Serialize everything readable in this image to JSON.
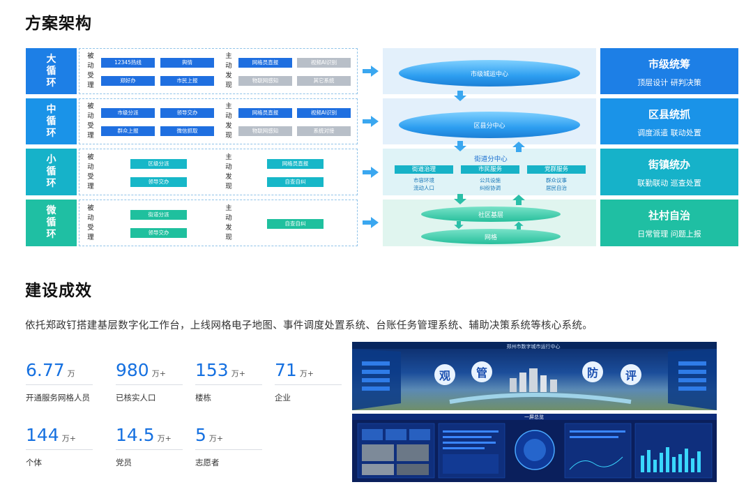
{
  "section1": {
    "title": "方案架构"
  },
  "section2": {
    "title": "建设成效"
  },
  "loops": [
    {
      "label": "大循环",
      "passive_label": "被动受理",
      "active_label": "主动发现",
      "passive": [
        "12345热线",
        "舆情",
        "郑好办",
        "市民上报"
      ],
      "active": [
        "网格员直报",
        "视频AI识别",
        "物联网感知",
        "其它系统"
      ]
    },
    {
      "label": "中循环",
      "passive_label": "被动受理",
      "active_label": "主动发现",
      "passive": [
        "市级分派",
        "领导交办",
        "群众上报",
        "微信抓取"
      ],
      "active": [
        "网格员直报",
        "视频AI识别",
        "物联网感知",
        "系统对接"
      ]
    },
    {
      "label": "小循环",
      "passive_label": "被动受理",
      "active_label": "主动发现",
      "passive": [
        "区级分派",
        "领导交办"
      ],
      "active": [
        "网格员直报",
        "自查自纠"
      ]
    },
    {
      "label": "微循环",
      "passive_label": "被动受理",
      "active_label": "主动发现",
      "passive": [
        "街道分派",
        "领导交办"
      ],
      "active": [
        "自查自纠"
      ]
    }
  ],
  "center": {
    "city": "市级城运中心",
    "district": "区县分中心",
    "street": "街道分中心",
    "street_columns": [
      {
        "title": "街道治理",
        "items": [
          "市容环境",
          "流动人口"
        ]
      },
      {
        "title": "市民服务",
        "items": [
          "公共设施",
          "纠纷协调"
        ]
      },
      {
        "title": "党群服务",
        "items": [
          "群众议事",
          "居民自治"
        ]
      }
    ],
    "community": "社区基层",
    "grid": "网格"
  },
  "right": [
    {
      "title": "市级统筹",
      "sub": "顶层设计  研判决策",
      "color": "#1d7fe6"
    },
    {
      "title": "区县统抓",
      "sub": "调度派遣  联动处置",
      "color": "#1a93e8"
    },
    {
      "title": "街镇统办",
      "sub": "联勤联动  巡查处置",
      "color": "#16b2c9"
    },
    {
      "title": "社村自治",
      "sub": "日常管理  问题上报",
      "color": "#1fbfa3"
    }
  ],
  "intro": "依托郑政钉搭建基层数字化工作台，上线网格电子地图、事件调度处置系统、台账任务管理系统、辅助决策系统等核心系统。",
  "stats": [
    {
      "value": "6.77",
      "unit": "万",
      "label": "开通服务网格人员"
    },
    {
      "value": "980",
      "unit": "万+",
      "label": "已核实人口"
    },
    {
      "value": "153",
      "unit": "万+",
      "label": "楼栋"
    },
    {
      "value": "71",
      "unit": "万+",
      "label": "企业"
    },
    {
      "value": "144",
      "unit": "万+",
      "label": "个体"
    },
    {
      "value": "14.5",
      "unit": "万+",
      "label": "党员"
    },
    {
      "value": "5",
      "unit": "万+",
      "label": "志愿者"
    }
  ],
  "screen_top": {
    "title": "郑州市数字城市运行中心",
    "chars": [
      "观",
      "管",
      "防",
      "评"
    ]
  },
  "screen_bottom": {
    "title": "一屏总览"
  },
  "colors": {
    "accent": "#1570e0",
    "loop_big": "#1d7fe6",
    "loop_mid": "#1a93e8",
    "loop_small": "#16b2c9",
    "loop_micro": "#1fbfa3"
  }
}
